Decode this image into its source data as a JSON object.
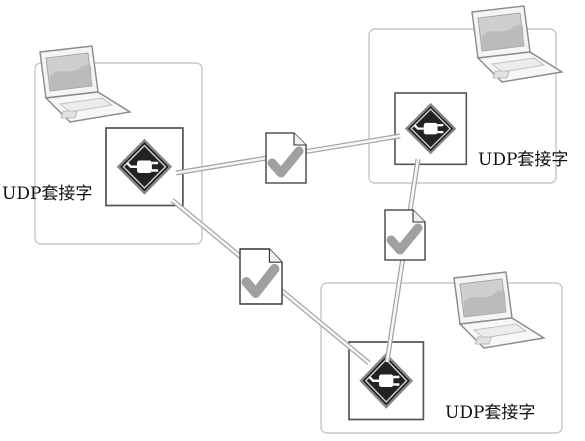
{
  "nodes": [
    {
      "id": "left",
      "socket_label": "UDP套接字"
    },
    {
      "id": "top-right",
      "socket_label": "UDP套接字"
    },
    {
      "id": "bottom",
      "socket_label": "UDP套接字"
    }
  ],
  "icons": {
    "computer": "laptop-icon",
    "socket": "plug-socket-icon",
    "datagram": "document-check-icon"
  },
  "colors": {
    "node_border": "#c8c8c8",
    "socket_border": "#555555",
    "arrow": "#9a9a9a",
    "check": "#9c9c9c"
  }
}
